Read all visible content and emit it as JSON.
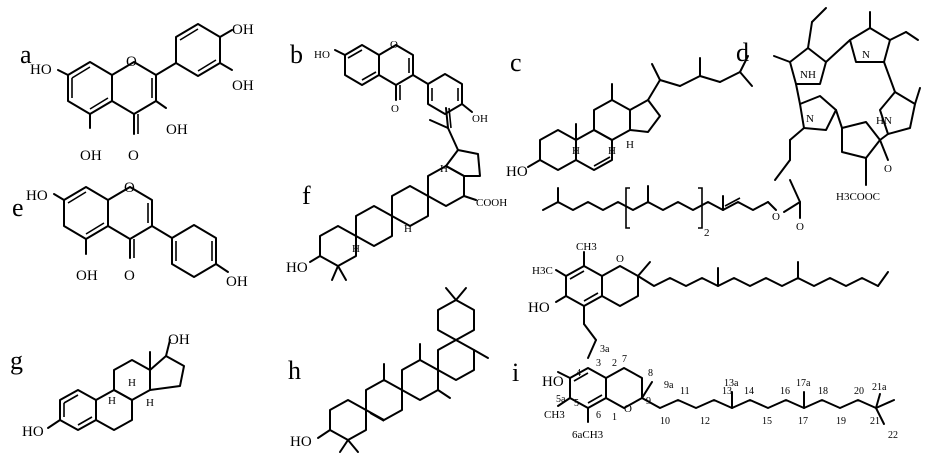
{
  "figure": {
    "panels": [
      {
        "id": "a",
        "letter": "a",
        "atoms": [
          "HO",
          "OH",
          "OH",
          "OH",
          "O",
          "OH",
          "O"
        ]
      },
      {
        "id": "b",
        "letter": "b",
        "atoms": [
          "HO",
          "O",
          "O",
          "OH"
        ]
      },
      {
        "id": "c",
        "letter": "c",
        "atoms": [
          "HO",
          "H",
          "H",
          "H"
        ]
      },
      {
        "id": "d",
        "letter": "d",
        "atoms": [
          "NH",
          "N",
          "N",
          "HN",
          "O",
          "H3COOC",
          "O",
          "O"
        ],
        "repeat_subscript": "2"
      },
      {
        "id": "e",
        "letter": "e",
        "atoms": [
          "HO",
          "O",
          "OH",
          "O",
          "OH"
        ]
      },
      {
        "id": "f",
        "letter": "f",
        "atoms": [
          "COOH",
          "HO",
          "H",
          "H",
          "H"
        ]
      },
      {
        "id": "g",
        "letter": "g",
        "atoms": [
          "OH",
          "HO",
          "H",
          "H",
          "H"
        ]
      },
      {
        "id": "h",
        "letter": "h",
        "atoms": [
          "HO"
        ]
      },
      {
        "id": "i",
        "letter": "i",
        "atoms": [
          "CH3",
          "H3C",
          "O",
          "HO",
          "HO",
          "O",
          "5a",
          "CH3",
          "6aCH3"
        ],
        "locants": [
          "3a",
          "3",
          "2",
          "1",
          "4",
          "5",
          "6",
          "7",
          "8",
          "9",
          "9a",
          "10",
          "11",
          "12",
          "13",
          "13a",
          "14",
          "15",
          "16",
          "17",
          "17a",
          "18",
          "19",
          "20",
          "21",
          "21a",
          "22"
        ]
      }
    ]
  }
}
